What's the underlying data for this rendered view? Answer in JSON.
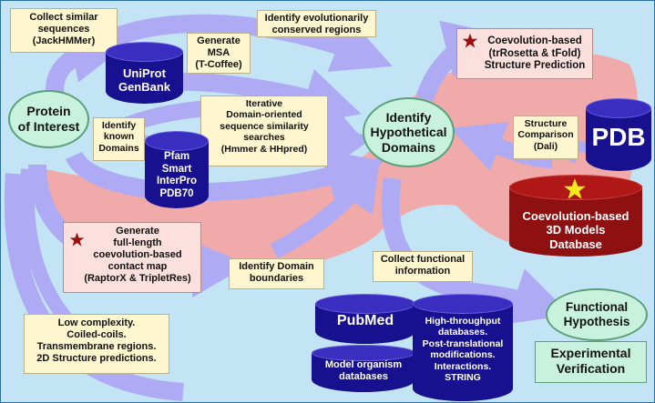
{
  "nodes": {
    "collect_similar": "Collect similar\nsequences\n(JackHMMer)",
    "identify_conserved": "Identify evolutionarily\nconserved regions",
    "generate_msa": "Generate\nMSA\n(T-Coffee)",
    "coevo_structure": "Coevolution-based\n(trRosetta & tFold)\nStructure Prediction",
    "protein_of_interest": "Protein\nof Interest",
    "identify_known_domains": "Identify\nknown\nDomains",
    "iterative_search": "Iterative\nDomain-oriented\nsequence similarity\nsearches\n(Hmmer & HHpred)",
    "identify_hypothetical_domains": "Identify\nHypothetical\nDomains",
    "structure_comparison": "Structure\nComparison\n(Dali)",
    "contact_map": "Generate\nfull-length\ncoevolution-based\ncontact map\n(RaptorX & TripletRes)",
    "identify_boundaries": "Identify Domain\nboundaries",
    "collect_functional": "Collect functional\ninformation",
    "low_complexity": "Low complexity.\nCoiled-coils.\nTransmembrane regions.\n2D Structure predictions.",
    "functional_hypothesis": "Functional\nHypothesis",
    "experimental_verification": "Experimental\nVerification"
  },
  "databases": {
    "uniprot": "UniProt\nGenBank",
    "pfam": "Pfam\nSmart\nInterPro\nPDB70",
    "pdb": "PDB",
    "coevo_db": "Coevolution-based\n3D Models\nDatabase",
    "pubmed": "PubMed",
    "model_organism": "Model organism\ndatabases",
    "high_throughput": "High-throughput\ndatabases.\nPost-translational\nmodifications.\nInteractions.\nSTRING"
  },
  "colors": {
    "background": "#c3e4f5",
    "arrow": "#aeaaf4",
    "coevolution_band": "#f2a7a4",
    "database": "#17108f",
    "coevolution_database": "#8e1010",
    "ellipse": "#c9f2de",
    "note_yellow": "#fdf6cf",
    "note_pink": "#fbe0dd",
    "star_red": "#9b1010",
    "star_yellow": "#f4ea1c"
  },
  "icons": [
    "star-red-icon",
    "star-yellow-icon",
    "database-cylinder-icon"
  ]
}
